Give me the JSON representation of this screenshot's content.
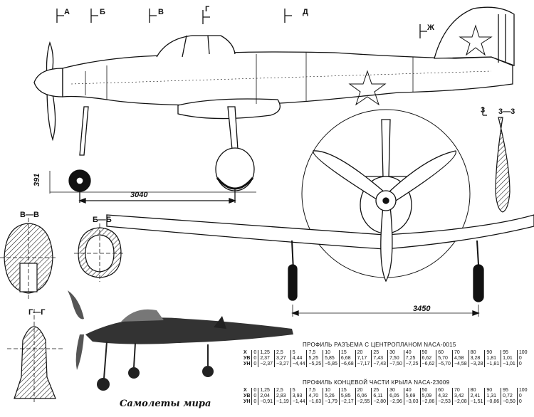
{
  "markers": {
    "a": "А",
    "b": "Б",
    "v": "В",
    "g": "Г",
    "d": "Д",
    "zh": "Ж",
    "three": "3",
    "three_three": "3—3"
  },
  "dimensions": {
    "wheelbase": "3040",
    "nose_height": "391",
    "track": "3450"
  },
  "sections": {
    "v_v": "В—В",
    "b_b": "Б—Б",
    "g_g": "Г—Г"
  },
  "profile_root": {
    "title": "ПРОФИЛЬ РАЗЪЕМА С ЦЕНТРОПЛАНОМ  NACA-0015",
    "rows": [
      {
        "label": "Х",
        "values": [
          "0",
          "1,25",
          "2,5",
          "5",
          "7,5",
          "10",
          "15",
          "20",
          "25",
          "30",
          "40",
          "50",
          "60",
          "70",
          "80",
          "90",
          "95",
          "100"
        ]
      },
      {
        "label": "УВ",
        "values": [
          "0",
          "2,37",
          "3,27",
          "4,44",
          "5,25",
          "5,85",
          "6,68",
          "7,17",
          "7,43",
          "7,50",
          "7,25",
          "6,62",
          "5,70",
          "4,58",
          "3,28",
          "1,81",
          "1,01",
          "0"
        ]
      },
      {
        "label": "УН",
        "values": [
          "0",
          "−2,37",
          "−3,27",
          "−4,44",
          "−5,25",
          "−5,85",
          "−6,68",
          "−7,17",
          "−7,43",
          "−7,50",
          "−7,25",
          "−6,62",
          "−5,70",
          "−4,58",
          "−3,28",
          "−1,81",
          "−1,01",
          "0"
        ]
      }
    ]
  },
  "profile_tip": {
    "title": "ПРОФИЛЬ КОНЦЕВОЙ ЧАСТИ КРЫЛА  NACA-23009",
    "rows": [
      {
        "label": "Х",
        "values": [
          "0",
          "1,25",
          "2,5",
          "5",
          "7,5",
          "10",
          "15",
          "20",
          "25",
          "30",
          "40",
          "50",
          "60",
          "70",
          "80",
          "90",
          "95",
          "100"
        ]
      },
      {
        "label": "УВ",
        "values": [
          "0",
          "2,04",
          "2,83",
          "3,93",
          "4,70",
          "5,26",
          "5,85",
          "6,06",
          "6,11",
          "6,05",
          "5,69",
          "5,09",
          "4,32",
          "3,42",
          "2,41",
          "1,31",
          "0,72",
          "0"
        ]
      },
      {
        "label": "УН",
        "values": [
          "0",
          "−0,91",
          "−1,19",
          "−1,44",
          "−1,63",
          "−1,79",
          "−2,17",
          "−2,55",
          "−2,80",
          "−2,96",
          "−3,03",
          "−2,86",
          "−2,53",
          "−2,08",
          "−1,51",
          "−0,86",
          "−0,50",
          "0"
        ]
      }
    ]
  },
  "caption": "Самолеты мира"
}
